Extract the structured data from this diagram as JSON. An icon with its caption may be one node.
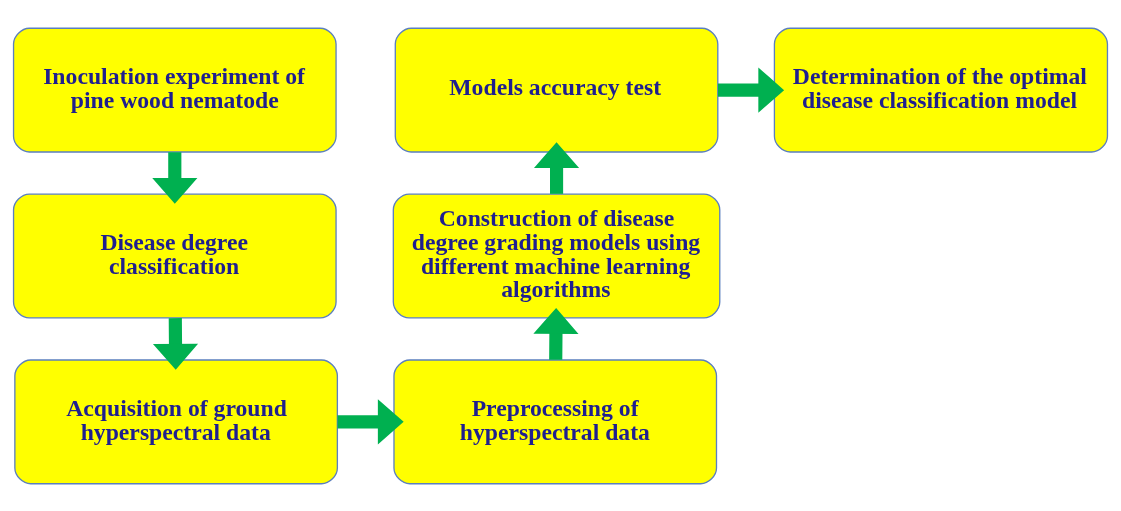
{
  "diagram": {
    "nodes": [
      {
        "text": [
          "Inoculation experiment of pine wood nematode"
        ]
      },
      {
        "text": [
          "Disease degree classification"
        ]
      },
      {
        "text": [
          "Acquisition of ground hyperspectral data"
        ]
      },
      {
        "text": [
          "Preprocessing of hyperspectral data"
        ]
      },
      {
        "text": [
          "Construction of disease degree grading models using different machine learning algorithms"
        ]
      },
      {
        "text": [
          "Models accuracy test"
        ]
      },
      {
        "text": [
          "Determination of the optimal disease classification model"
        ]
      }
    ],
    "edges": [
      {
        "from": 0,
        "to": 1,
        "arrow": "to"
      },
      {
        "from": 1,
        "to": 2,
        "arrow": "to"
      },
      {
        "from": 2,
        "to": 3,
        "arrow": "to"
      },
      {
        "from": 3,
        "to": 4,
        "arrow": "to"
      },
      {
        "from": 4,
        "to": 5,
        "arrow": "to"
      },
      {
        "from": 5,
        "to": 6,
        "arrow": "to"
      }
    ]
  }
}
